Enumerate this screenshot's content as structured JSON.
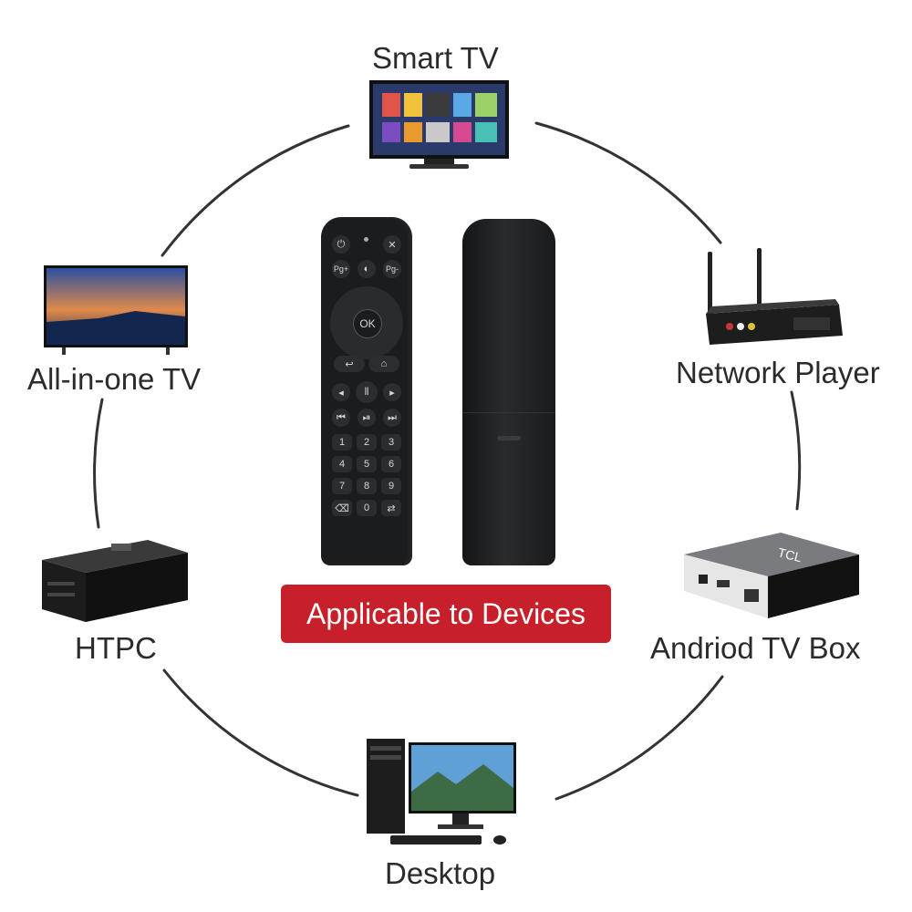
{
  "devices": [
    {
      "id": "smart-tv",
      "label": "Smart TV"
    },
    {
      "id": "network-player",
      "label": "Network Player"
    },
    {
      "id": "all-in-one-tv",
      "label": "All-in-one TV"
    },
    {
      "id": "htpc",
      "label": "HTPC"
    },
    {
      "id": "android-tv-box",
      "label": "Andriod TV Box",
      "brand": "TCL"
    },
    {
      "id": "desktop",
      "label": "Desktop"
    }
  ],
  "banner": {
    "text": "Applicable to Devices"
  },
  "remote": {
    "ok_label": "OK",
    "page_up": "Pg+",
    "page_down": "Pg-",
    "digits": [
      "1",
      "2",
      "3",
      "4",
      "5",
      "6",
      "7",
      "8",
      "9",
      "0"
    ]
  },
  "colors": {
    "banner": "#c8202a",
    "remote": "#1b1c1e",
    "ring": "#333333"
  },
  "icons": [
    "power-icon",
    "mouse-icon",
    "mute-icon",
    "back-icon",
    "home-icon",
    "volume-down-icon",
    "voice-icon",
    "volume-up-icon",
    "prev-icon",
    "play-pause-icon",
    "next-icon"
  ]
}
